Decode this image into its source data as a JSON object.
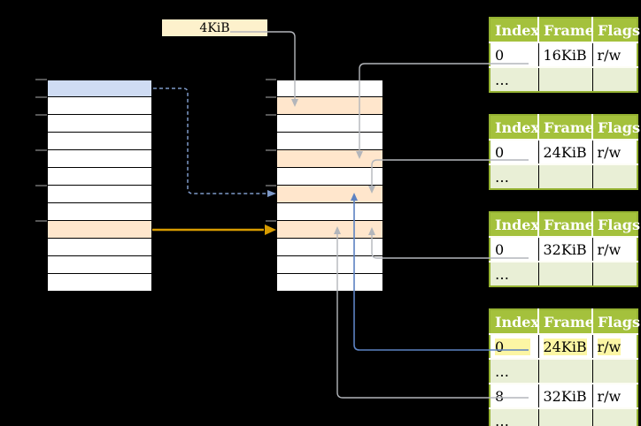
{
  "page_size_box": {
    "label": "4KiB"
  },
  "stacks": {
    "left": {
      "role": "virtual-memory",
      "row_count": 12,
      "highlights": [
        {
          "row": 0,
          "color": "blue"
        },
        {
          "row": 8,
          "color": "peach"
        }
      ]
    },
    "middle": {
      "role": "physical-memory",
      "row_count": 12,
      "highlights": [
        {
          "row": 1,
          "color": "peach"
        },
        {
          "row": 4,
          "color": "peach"
        },
        {
          "row": 6,
          "color": "peach"
        },
        {
          "row": 8,
          "color": "peach"
        }
      ]
    }
  },
  "tables": [
    {
      "headers": [
        "Index",
        "Frame",
        "Flags"
      ],
      "rows": [
        {
          "cells": [
            "0",
            "16KiB",
            "r/w"
          ],
          "style": "normal"
        },
        {
          "cells": [
            "…",
            "",
            ""
          ],
          "style": "dots"
        }
      ]
    },
    {
      "headers": [
        "Index",
        "Frame",
        "Flags"
      ],
      "rows": [
        {
          "cells": [
            "0",
            "24KiB",
            "r/w"
          ],
          "style": "normal"
        },
        {
          "cells": [
            "…",
            "",
            ""
          ],
          "style": "dots"
        }
      ]
    },
    {
      "headers": [
        "Index",
        "Frame",
        "Flags"
      ],
      "rows": [
        {
          "cells": [
            "0",
            "32KiB",
            "r/w"
          ],
          "style": "normal"
        },
        {
          "cells": [
            "…",
            "",
            ""
          ],
          "style": "dots"
        }
      ]
    },
    {
      "headers": [
        "Index",
        "Frame",
        "Flags"
      ],
      "rows": [
        {
          "cells": [
            "0",
            "24KiB",
            "r/w"
          ],
          "style": "highlight"
        },
        {
          "cells": [
            "…",
            "",
            ""
          ],
          "style": "dots"
        },
        {
          "cells": [
            "8",
            "32KiB",
            "r/w"
          ],
          "style": "normal"
        },
        {
          "cells": [
            "…",
            "",
            ""
          ],
          "style": "dots"
        }
      ]
    }
  ],
  "colors": {
    "bg": "#000000",
    "cell-fill": "#ffffff",
    "cell-border": "#000000",
    "blue-fill": "#cfdcf3",
    "peach-fill": "#ffe6cc",
    "cream-fill": "#fdf1cc",
    "header-green": "#a4c13c",
    "row-green": "#e9efd6",
    "border-green": "#95b232",
    "mark-yellow": "#fcf6a4",
    "gray-line": "#b3b6bb",
    "tick-gray": "#909090",
    "blue-line": "#5c82c2",
    "blue-dash": "#7e99c8",
    "orange-line": "#d79b00"
  }
}
